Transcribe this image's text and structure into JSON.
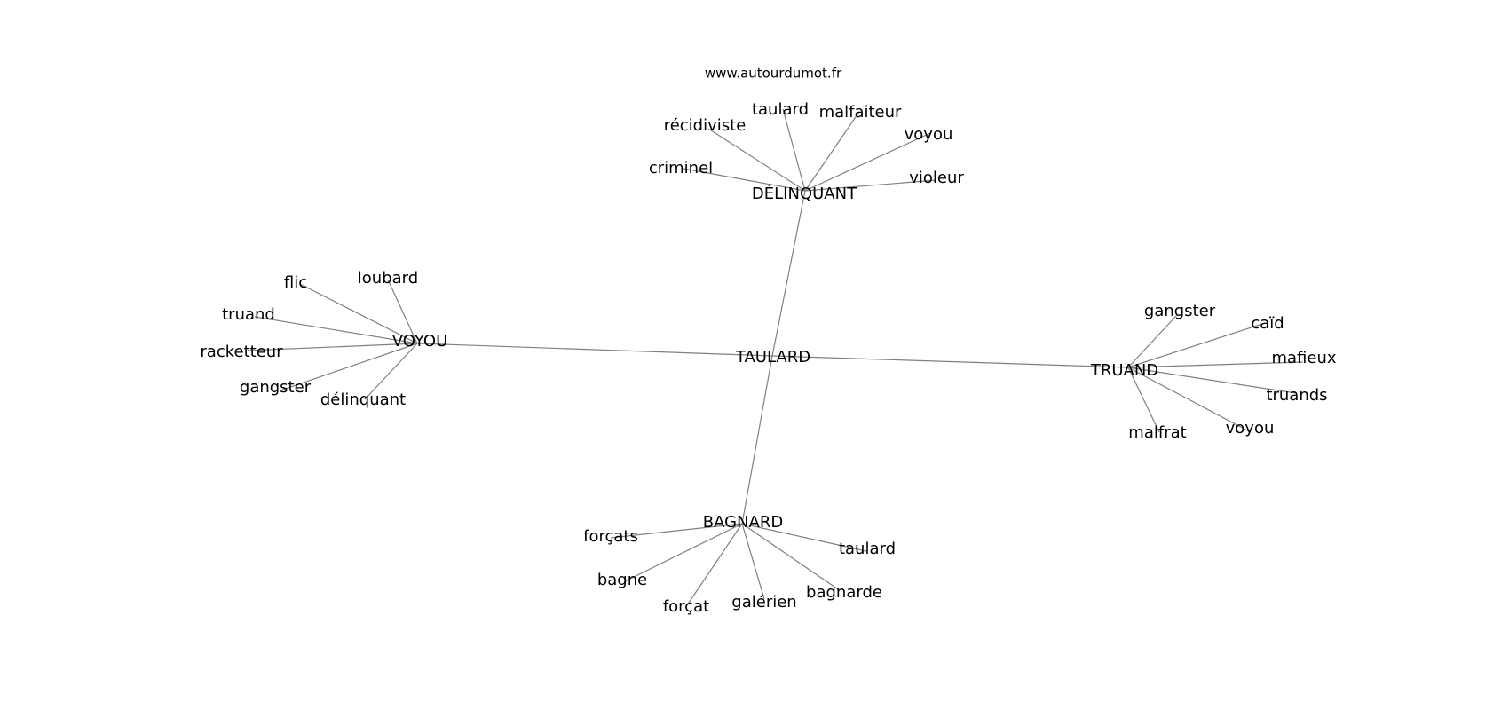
{
  "source": "www.autourdumot.fr",
  "center": "TAULARD",
  "hubs": [
    {
      "label": "DÉLINQUANT",
      "leaves": [
        "criminel",
        "récidiviste",
        "taulard",
        "malfaiteur",
        "voyou",
        "violeur"
      ]
    },
    {
      "label": "VOYOU",
      "leaves": [
        "flic",
        "loubard",
        "truand",
        "racketteur",
        "gangster",
        "délinquant"
      ]
    },
    {
      "label": "TRUAND",
      "leaves": [
        "gangster",
        "caïd",
        "mafieux",
        "truands",
        "voyou",
        "malfrat"
      ]
    },
    {
      "label": "BAGNARD",
      "leaves": [
        "forçats",
        "bagne",
        "forçat",
        "galérien",
        "bagnarde",
        "taulard"
      ]
    }
  ],
  "colors": {
    "edge": "#808080",
    "text": "#000000",
    "background": "#ffffff"
  }
}
